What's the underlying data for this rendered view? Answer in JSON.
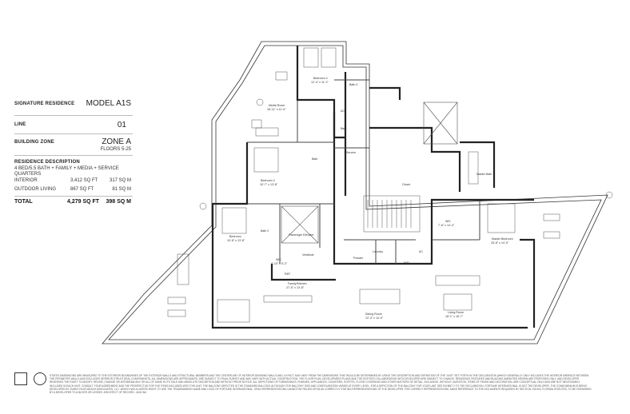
{
  "spec": {
    "signature_label": "SIGNATURE RESIDENCE",
    "model": "MODEL A1S",
    "line_label": "LINE",
    "line_value": "01",
    "zone_label": "BUILDING ZONE",
    "zone_value": "ZONE A",
    "floors": "FLOORS 5-25",
    "desc_label": "RESIDENCE DESCRIPTION",
    "desc_value": "4 BED/5.5 BATH + FAMILY + MEDIA + SERVICE QUARTERS",
    "interior_label": "INTERIOR",
    "interior_sqft": "3,412 SQ FT",
    "interior_sqm": "317 SQ M",
    "outdoor_label": "OUTDOOR LIVING",
    "outdoor_sqft": "867 SQ FT",
    "outdoor_sqm": "81 SQ M",
    "total_label": "TOTAL",
    "total_sqft": "4,279 SQ FT",
    "total_sqm": "398 SQ M"
  },
  "rooms": {
    "bedroom4": "Bedroom 4",
    "bedroom4_dim": "12'-4\" x 11'-2\"",
    "bath4": "Bath 4",
    "media": "Media Room",
    "media_dim": "16'-11\" x 11'-9\"",
    "ac": "AC",
    "bath": "Bath",
    "service": "Service",
    "bedroom3": "Bedroom 3",
    "bedroom3_dim": "10'-7\" x 13'-8\"",
    "bath3": "Bath",
    "closet": "Closet",
    "bedroom2": "Bedroom",
    "bedroom2_dim": "10'-8\" x 13'-8\"",
    "bath2": "Bath 2",
    "elevator": "Passenger Elevator",
    "wic_a": "WIC",
    "wic_a_dim": "4'-10\" x 5'-2\"",
    "vestibule": "Vestibule",
    "powder": "Powder",
    "laundry": "Laundry",
    "wd": "W/D",
    "ac2": "AC",
    "wic_master": "WIC",
    "wic_master_dim": "7'-6\" x 14'-4\"",
    "master_bath": "Master Bath",
    "master_bed": "Master Bedroom",
    "master_bed_dim": "15'-8\" x 14'-0\"",
    "family": "Family/Kitchen",
    "family_dim": "27'-5\" x 13'-8\"",
    "dining": "Dining Room",
    "dining_dim": "12'-3\" x 14'-0\"",
    "living": "Living Room",
    "living_dim": "18'-1\" x 16'-7\"",
    "ref": "REF"
  },
  "disclaimer": "STATED DIMENSIONS ARE MEASURED TO THE EXTERIOR BOUNDARIES OF THE EXTERIOR WALLS AND STRUCTURAL MEMBERS AND THE CENTERLINE OF INTERIOR DEMISING WALLS AND, IN FACT, MAY VARY FROM THE DIMENSIONS THAT WOULD BE DETERMINED BY USING THE DESCRIPTION AND DEFINITION OF THE \"UNIT\" SET FORTH IN THE DECLARATION (WHICH GENERALLY ONLY INCLUDES THE INTERIOR AIRSPACE BETWEEN THE PERIMETER WALLS AND EXCLUDES INTERIOR STRUCTURAL COMPONENTS). ALL DIMENSIONS ARE APPROXIMATE, ARE SUBJECT TO FINAL SURVEY AND MAY VARY WITH ACTUAL CONSTRUCTION. THE FLOOR PLAN, DEVELOPMENT PLANS AND THE ENTITIES COLLABORATING WITH DEVELOPER ARE SUBJECT TO CHANGE. RESIDENCE FEATURES AND BUILDING AMENITIES HEREIN ARE PROPOSED ONLY, AND DEVELOPER RESERVES THE RIGHT TO MODIFY, REVISE, CHANGE OR WITHDRAW ANY OR ALL OF SAME IN ITS SOLE AND ABSOLUTE DISCRETION AND WITHOUT PRIOR NOTICE. ALL DEPICTIONS OF FURNISHINGS, FINISHES, APPLIANCES, COUNTERS, SOFFITS, FLOOR COVERINGS AND OTHER MATTERS OF DETAIL, INCLUDING, WITHOUT LIMITATION, ITEMS OF FINISH AND DECORATION, ARE CONCEPTUAL ONLY AND ARE NOT NECESSARILY INCLUDED IN EACH UNIT. CONSULT YOUR AGREEMENT AND THE PROSPECTUS FOR THE ITEMS INCLUDED WITH THE UNIT. THE BALCONY DEPICTED IS THE STANDARD BALCONY ALTHOUGH THE BALCONY SIZE AND CONFIGURATION VARIES AT EVERY LEVEL. FOR A DEPICTION OF THE BALCONY FOR YOUR UNIT SEE EXHIBIT 2 TO THE DECLARATION. FORTUNE INTERNATIONAL IS NOT THE DEVELOPER. THE CONDOMINIUM IS BEING DEVELOPED BY SUNNY ISLES BEACH ASSOCIATES, LLC. WHICH HAS A LIMITED RIGHT TO USE THE TRADEMARKED NAME AND LOGO OF FORTUNE INTERNATIONAL. ORAL REPRESENTATIONS CANNOT BE RELIED UPON AS CORRECTLY STATING REPRESENTATIONS OF THE DEVELOPER. FOR CORRECT REPRESENTATIONS, MAKE REFERENCE TO THE DOCUMENTS REQUIRED BY SECTION 718.503, FLORIDA STATUTES, TO BE FURNISHED BY A DEVELOPER TO A BUYER OR LESSEE. ARCHITECT OF RECORD - ADD INC."
}
